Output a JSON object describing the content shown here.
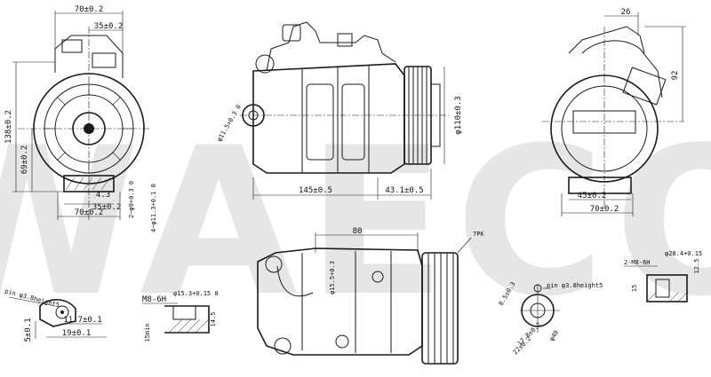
{
  "watermark": {
    "text": "WAECO",
    "color": "#e6e6e6"
  },
  "line_color": "#1a1a1a",
  "front_view": {
    "width_top": "70±0.2",
    "half_width": "35±0.2",
    "height_total": "138±0.2",
    "height_mount": "69±0.2",
    "boss_width": "4.3",
    "boss_half": "35±0.2",
    "base_width": "70±0.2",
    "hole_a": "2~φ9+0.3 0",
    "hole_b": "4~φ11.3+0.1 0"
  },
  "side_view": {
    "port_dia": "φ11.5+0.3 0",
    "body_length": "145±0.5",
    "clutch_length": "43.1±0.5",
    "pulley_dia": "φ110±0.3"
  },
  "rear_view": {
    "offset_top": "26",
    "height": "92",
    "lower_offset": "45±0.2",
    "base_width": "70±0.2"
  },
  "bottom_view": {
    "length": "80",
    "belt": "7PK",
    "port_dia": "φ15.5+0.3"
  },
  "detail_left": {
    "pin_note": "pin φ3.8height5",
    "dim_a": "11.7±0.1",
    "dim_b": "19±0.1",
    "dim_c": "5±0.1"
  },
  "detail_thread": {
    "thread": "M8-6H",
    "depth": "15min",
    "bore": "φ15.3+0.15 0",
    "bore_depth": "14.5"
  },
  "detail_right": {
    "pin_note": "pin φ3.8height5",
    "angle": "8.5±0.3",
    "dim_a": "17.8±0.2",
    "dim_b": "22±0.2",
    "dia": "φ40"
  },
  "detail_far_right": {
    "thread": "2-M8-6H",
    "dia": "φ28.4+0.15",
    "depth": "15",
    "height": "12.5"
  }
}
